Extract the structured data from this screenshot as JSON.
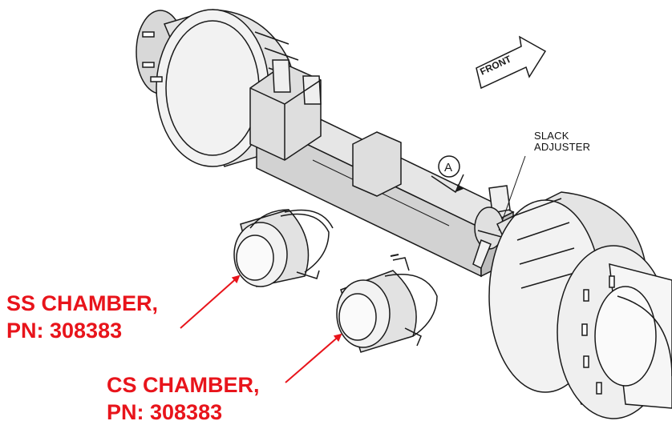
{
  "labels": {
    "front": "FRONT",
    "view_marker": "A",
    "slack_adjuster_line1": "SLACK",
    "slack_adjuster_line2": "ADJUSTER"
  },
  "callouts": {
    "ss_chamber_line1": "SS CHAMBER,",
    "ss_chamber_line2": "PN: 308383",
    "cs_chamber_line1": "CS CHAMBER,",
    "cs_chamber_line2": "PN: 308383"
  },
  "colors": {
    "callout_text": "#e8141b",
    "callout_arrow": "#e8141b",
    "line_art": "#1a1a1a",
    "shading": "#c9c9c9"
  }
}
